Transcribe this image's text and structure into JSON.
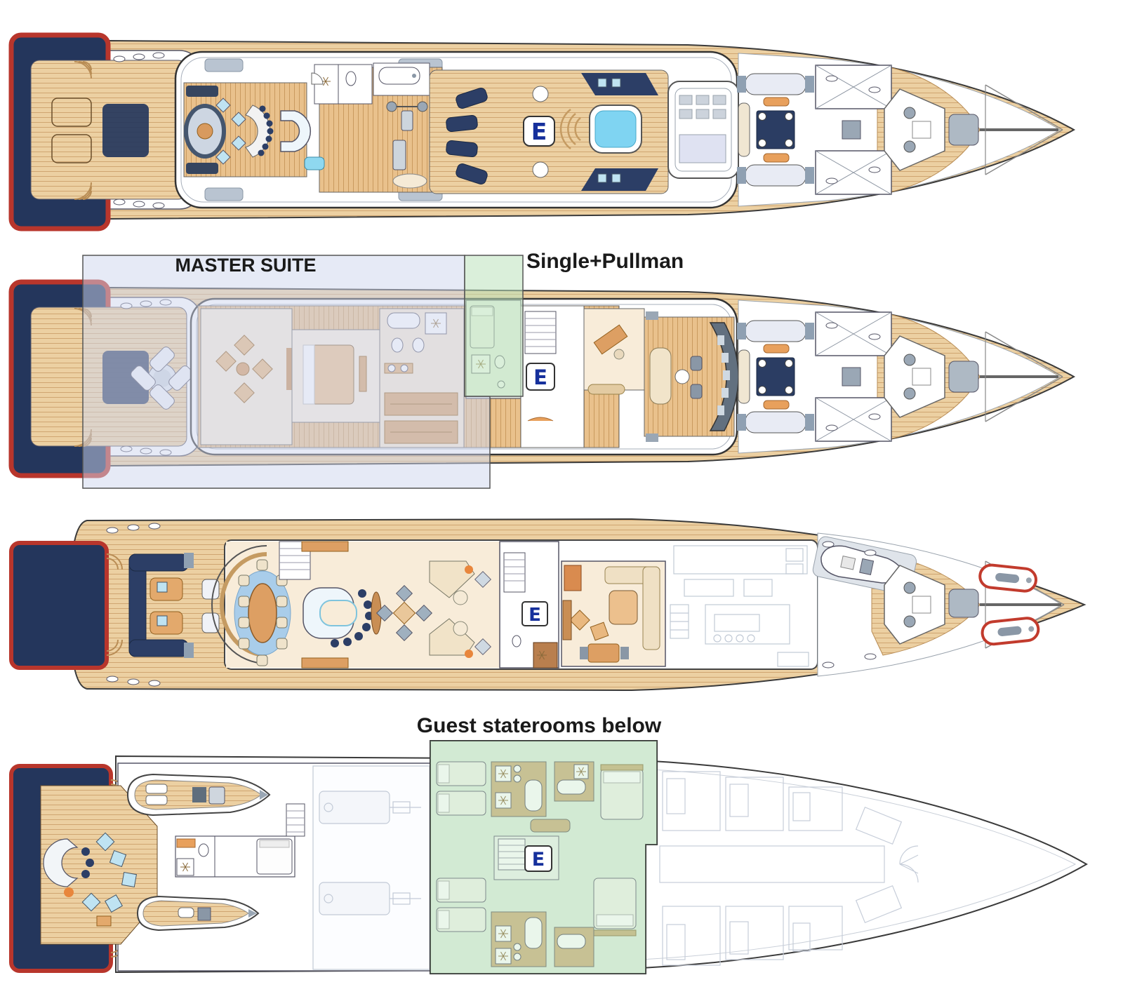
{
  "page": {
    "title": "Superyacht general arrangement – four stacked deck plans"
  },
  "annotations": {
    "master_suite": {
      "label": "MASTER SUITE"
    },
    "single_pullman": {
      "label": "Single+Pullman"
    },
    "guest_staterooms": {
      "label": "Guest staterooms below"
    }
  },
  "elevator": {
    "letter": "E",
    "occurrences": 4
  },
  "decks": [
    {
      "id": "sun-deck",
      "features": [
        "sky-lounge-bar",
        "gym",
        "jacuzzi",
        "sun-loungers",
        "elevator",
        "mast",
        "foredeck-seating",
        "sun-pads",
        "anchor-gear"
      ]
    },
    {
      "id": "owners-deck",
      "features": [
        "private-aft-deck",
        "master-suite",
        "master-bath",
        "single-pullman-cabin",
        "elevator",
        "wheelhouse",
        "foredeck-seating",
        "sun-pads"
      ]
    },
    {
      "id": "main-deck",
      "features": [
        "aft-lounge",
        "dining-table",
        "bar",
        "card-table",
        "salon",
        "elevator",
        "sitting-room",
        "galley-crew-area",
        "tender",
        "jet-skis",
        "anchor-gear"
      ]
    },
    {
      "id": "lower-deck",
      "features": [
        "beach-club",
        "tender-garage",
        "two-tenders",
        "crew-cabin",
        "engine-room",
        "guest-staterooms",
        "elevator",
        "crew-quarters"
      ]
    }
  ],
  "colors": {
    "teak": "#ecd0a2",
    "teak_plank": "#cfa571",
    "interior_wood": "#e9c18c",
    "navy": "#24365c",
    "red_trim": "#b8362c",
    "hull_line": "#3a3a3a",
    "cream_floor": "#f8ecd9",
    "tan_furniture": "#dd9f63",
    "pool_blue": "#7fd4f2",
    "glass_blue": "#bfe3f2",
    "faint_gray": "#c2cad6",
    "overlay_blue": "rgba(206,214,238,0.5)",
    "overlay_green": "rgba(187,226,187,0.55)",
    "elevator_letter": "#16309c",
    "label_text": "#1a1a1a"
  }
}
